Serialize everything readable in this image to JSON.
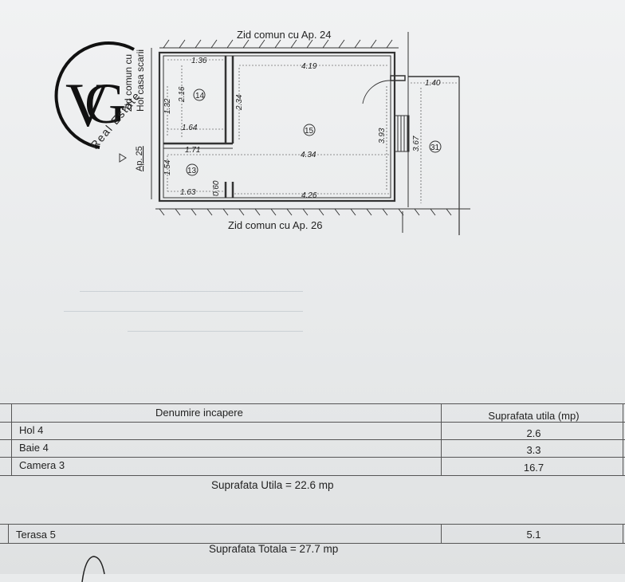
{
  "plan": {
    "wall_top": "Zid comun cu Ap. 24",
    "wall_bottom": "Zid comun cu Ap. 26",
    "wall_left_1": "Zid comun cu",
    "wall_left_2": "Hol casa scarii",
    "apartment_left": "Ap. 25",
    "rooms": {
      "r14": "14",
      "r15": "15",
      "r13": "13",
      "r31": "31"
    },
    "dims": {
      "d136": "1.36",
      "d419": "4.19",
      "d140": "1.40",
      "d216": "2.16",
      "d132": "1.32",
      "d234": "2.34",
      "d164": "1.64",
      "d393": "3.93",
      "d367": "3.67",
      "d171": "1.71",
      "d434": "4.34",
      "d154": "1.54",
      "d163": "1.63",
      "d060": "0.60",
      "d426": "4.26"
    }
  },
  "logo": {
    "letters_v": "V",
    "letters_g": "G",
    "tagline": "Real Estate"
  },
  "table": {
    "header": {
      "name": "Denumire incapere",
      "area": "Suprafata utila (mp)"
    },
    "rows": [
      {
        "name": "Hol 4",
        "area": "2.6"
      },
      {
        "name": "Baie 4",
        "area": "3.3"
      },
      {
        "name": "Camera 3",
        "area": "16.7"
      }
    ],
    "useful_total": "Suprafata Utila = 22.6 mp",
    "terrace": {
      "name": "Terasa 5",
      "area": "5.1"
    },
    "grand_total": "Suprafata Totala = 27.7 mp"
  }
}
